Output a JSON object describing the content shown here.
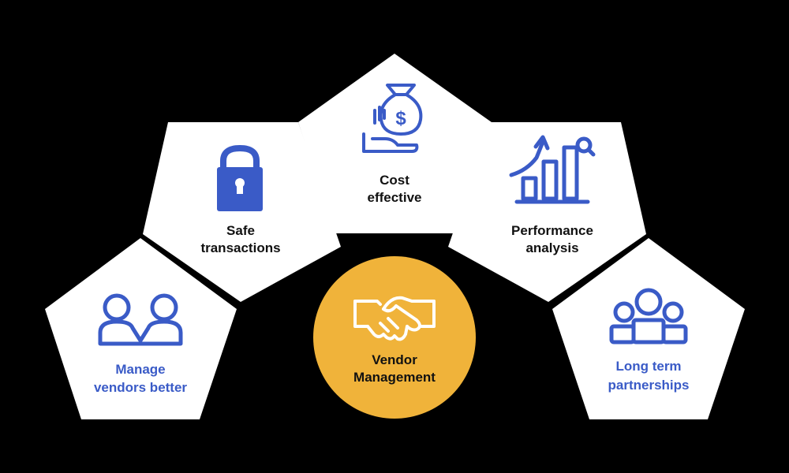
{
  "colors": {
    "background": "#000000",
    "pentagon_fill": "#ffffff",
    "icon_blue": "#3a5bc7",
    "label_dark": "#111111",
    "label_blue": "#3a5bc7",
    "center_circle": "#f0b33a",
    "center_icon": "#ffffff"
  },
  "center": {
    "icon": "handshake-icon",
    "line1": "Vendor",
    "line2": "Management"
  },
  "nodes": [
    {
      "id": "manage-vendors",
      "icon": "people-connected-icon",
      "line1": "Manage",
      "line2": "vendors better"
    },
    {
      "id": "safe-transactions",
      "icon": "lock-icon",
      "line1": "Safe",
      "line2": "transactions"
    },
    {
      "id": "cost-effective",
      "icon": "money-bag-hand-icon",
      "line1": "Cost",
      "line2": "effective"
    },
    {
      "id": "performance-analysis",
      "icon": "growth-chart-icon",
      "line1": "Performance",
      "line2": "analysis"
    },
    {
      "id": "long-term-partnerships",
      "icon": "team-icon",
      "line1": "Long term",
      "line2": "partnerships"
    }
  ]
}
